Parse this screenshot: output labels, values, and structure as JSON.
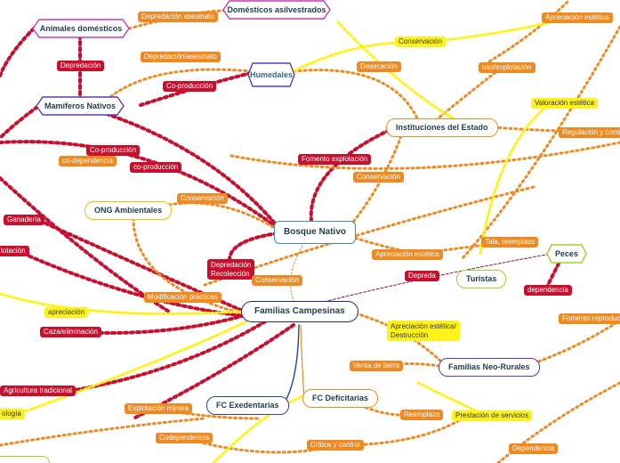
{
  "central": "Bosque Nativo",
  "hubs": {
    "familias_campesinas": "Familias Campesinas",
    "instituciones": "Instituciones del Estado",
    "ong": "ONG Ambientales",
    "neo_rurales": "Familias Neo-Rurales",
    "fc_exedentarias": "FC Exedentarias",
    "fc_deficitarias": "FC Deficitarias",
    "turistas": "Turistas"
  },
  "hex_nodes": {
    "domesticos_asilvestrados": "Domésticos asilvestrados",
    "animales_domesticos": "Animales domésticos",
    "mamiferos_nativos": "Mamíferos Nativos",
    "humedales": "Humedales",
    "peces": "Peces"
  },
  "labels": {
    "depredacion_asesinato": "Depredación asesinato",
    "depredacion_asesinato2": "Depredación/asesinato",
    "depredacion": "Depredación",
    "coproduccion1": "Co-producción",
    "coproduccion2": "Co-producción",
    "coproduccion3": "co-producción",
    "codependencia": "co-dependencia",
    "desecacion": "Desecación",
    "conservacion_top": "Conservación",
    "uso_explotacion": "uso/explotación",
    "apreciacion_estetica_tr": "Apreciación estética",
    "valoracion_estetica": "Valoración estética",
    "regulacion_control": "Regulación y control",
    "fomento_explotacion": "Fomento explotación",
    "conservacion_inst": "Conservación",
    "conservacion_ong": "Conservación",
    "ganaderia": "Ganadería",
    "explotacion_left": "lotación",
    "depredacion_recoleccion": "Depredación\nRecolección",
    "conservacion_fc": "Conservación",
    "apreciacion_estetica_mid": "Apreciación estética",
    "tala_reemplazo": "Tala, reemplazo",
    "depreda": "Depreda",
    "dependencia_peces": "dependencia",
    "modificacion_practicas": "Modificación prácticas",
    "apreciacion": "apreciación",
    "caza_eliminacion": "Caza/eliminación",
    "apreciacion_destruccion": "Apreciación estética/\nDestrucción",
    "fomento_reproduccion": "Fomento reproducci",
    "venta_tierra": "Venta de tierra",
    "agricultura_tradicional": "Agricultura tradicional",
    "ologia": "ología",
    "explotacion_minera": "Explotación minera",
    "reemplazo": "Reemplazo",
    "prestacion_servicios": "Prestación de servicios",
    "codependencia2": "Codependencia",
    "critica_control": "Crítica y control",
    "dependencia_br": "Dependencia"
  },
  "colors": {
    "orange": "#ef8a23",
    "red": "#c8102e",
    "yellow": "#fff219",
    "navy": "#1a2a9a",
    "purple": "#5e38b8",
    "teal": "#3a8fb0",
    "lime": "#9bd32b",
    "magenta": "#c33ab8"
  }
}
